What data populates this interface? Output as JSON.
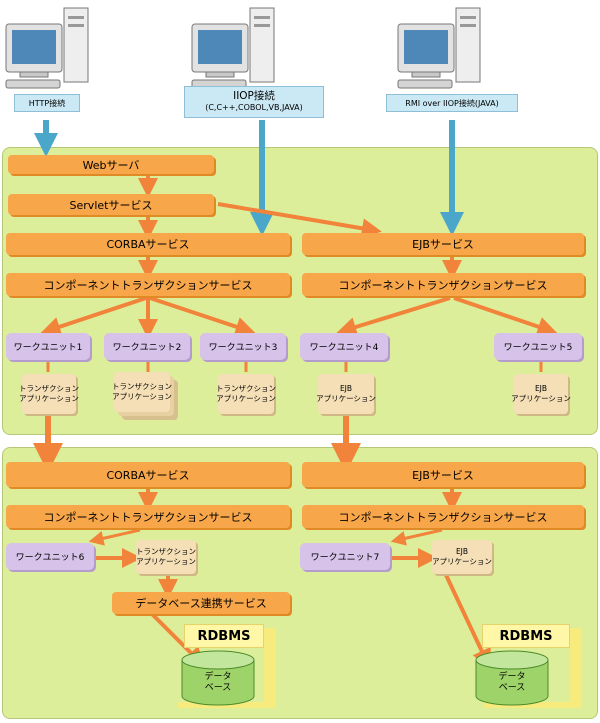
{
  "clients": [
    {
      "label": "HTTP接続",
      "sub": ""
    },
    {
      "label": "IIOP接続",
      "sub": "(C,C++,COBOL,VB,JAVA)"
    },
    {
      "label": "RMI over IIOP接続(JAVA)",
      "sub": ""
    }
  ],
  "upper": {
    "web": "Webサーバ",
    "servlet": "Servletサービス",
    "corba": "CORBAサービス",
    "ejb": "EJBサービス",
    "cts_left": "コンポーネントトランザクションサービス",
    "cts_right": "コンポーネントトランザクションサービス",
    "units": [
      "ワークユニット1",
      "ワークユニット2",
      "ワークユニット3",
      "ワークユニット4",
      "ワークユニット5"
    ],
    "apps": [
      {
        "line1": "トランザクション",
        "line2": "アプリケーション"
      },
      {
        "line1": "トランザクション",
        "line2": "アプリケーション"
      },
      {
        "line1": "トランザクション",
        "line2": "アプリケーション"
      },
      {
        "line1": "EJB",
        "line2": "アプリケーション"
      },
      {
        "line1": "EJB",
        "line2": "アプリケーション"
      }
    ]
  },
  "lower": {
    "corba": "CORBAサービス",
    "ejb": "EJBサービス",
    "cts_left": "コンポーネントトランザクションサービス",
    "cts_right": "コンポーネントトランザクションサービス",
    "unit6": "ワークユニット6",
    "unit7": "ワークユニット7",
    "app6": {
      "line1": "トランザクション",
      "line2": "アプリケーション"
    },
    "app7": {
      "line1": "EJB",
      "line2": "アプリケーション"
    },
    "dblink": "データベース連携サービス",
    "rdbms_left": "RDBMS",
    "rdbms_right": "RDBMS",
    "db_left": {
      "line1": "データ",
      "line2": "ベース"
    },
    "db_right": {
      "line1": "データ",
      "line2": "ベース"
    }
  },
  "colors": {
    "panel": "#dcee9a",
    "service": "#f7a64a",
    "arrow_orange": "#f2833a",
    "arrow_blue": "#4aa7c9",
    "unit": "#d7c2e9",
    "app": "#f4dfb6",
    "db": "#9ed36a"
  },
  "icons": [
    "computer-icon",
    "database-icon"
  ]
}
